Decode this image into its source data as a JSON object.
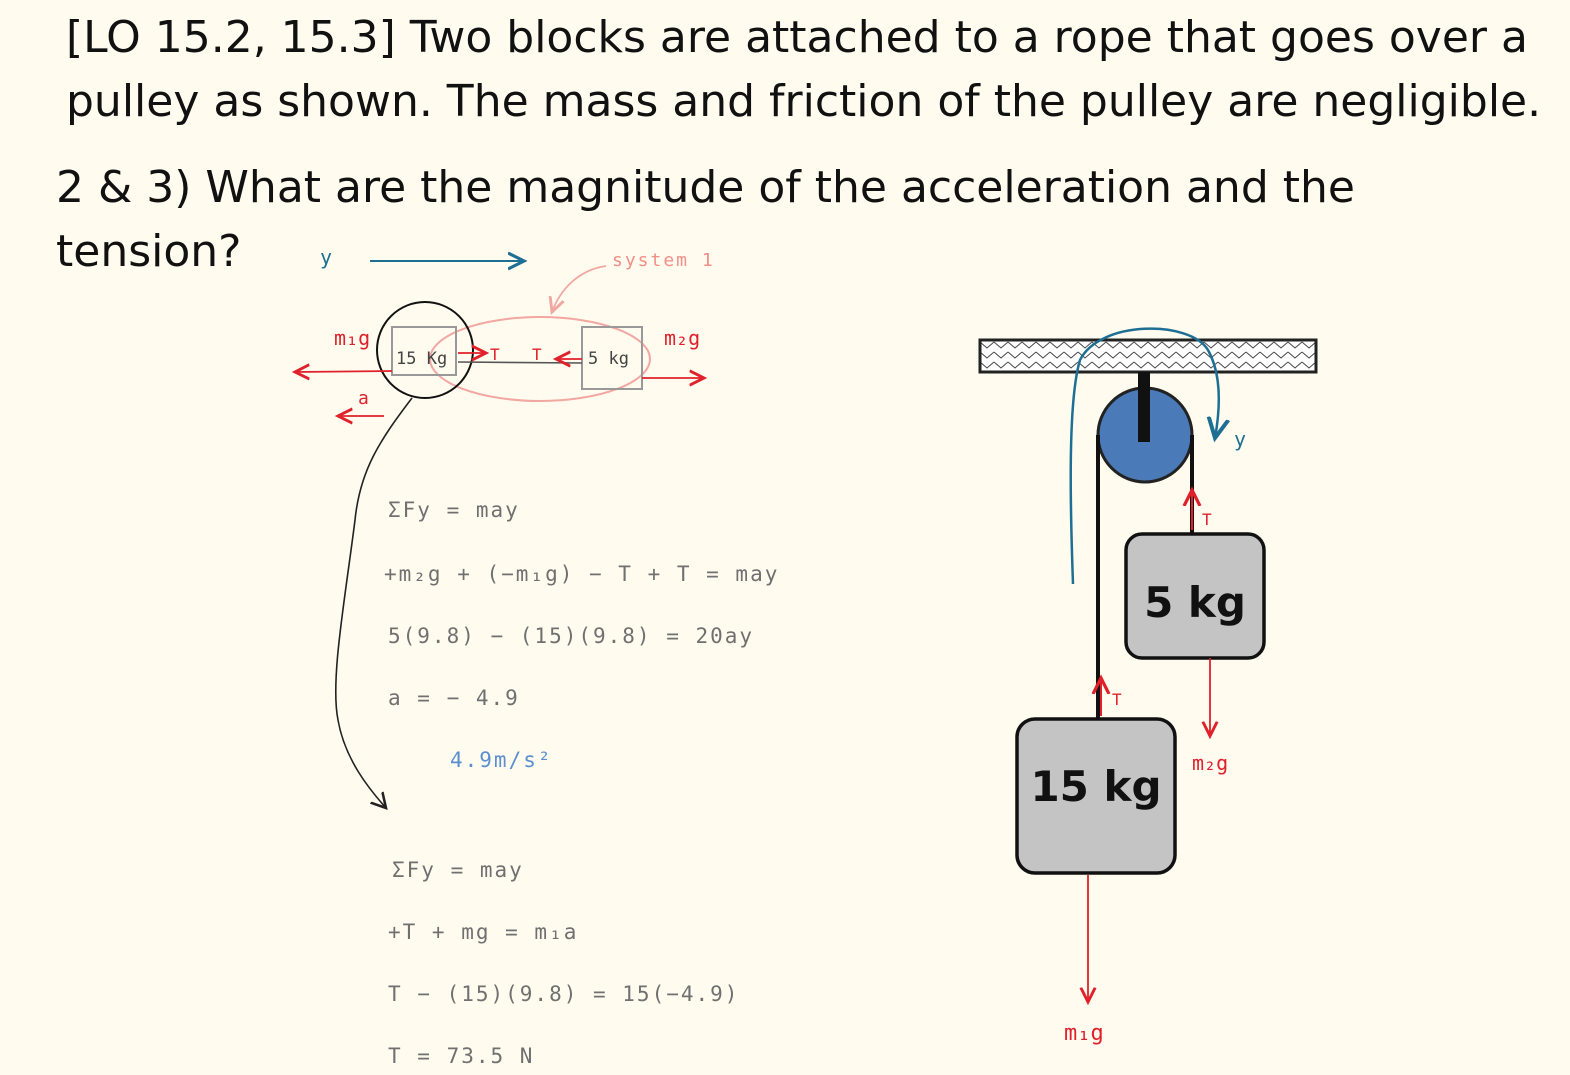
{
  "question": {
    "line1": "[LO 15.2, 15.3] Two blocks are attached to a rope that goes over a",
    "line2": "pulley as shown. The mass and friction of the pulley are negligible.",
    "line3": "2 & 3)  What are the magnitude of the acceleration and the",
    "line4": "tension?"
  },
  "fbd": {
    "axis_label": "y",
    "system_label": "system 1",
    "block1_label": "15 Kg",
    "block2_label": "5 kg",
    "left_force": "m₁g",
    "right_force": "m₂g",
    "accel_label": "a",
    "tension_left": "T",
    "tension_right": "T"
  },
  "work": {
    "eq1": "ΣFy = may",
    "eq2": "+m₂g + (−m₁g) − T + T = may",
    "eq3": "5(9.8) − (15)(9.8) = 20ay",
    "eq4": "a = − 4.9",
    "answer_a": "4.9m/s²",
    "eq5": "ΣFy = may",
    "eq6": "+T + mg = m₁a",
    "eq7": "T − (15)(9.8) = 15(−4.9)",
    "eq8": "T = 73.5 N"
  },
  "pulley_diagram": {
    "block_small": "5 kg",
    "block_large": "15 kg",
    "axis_label": "y",
    "tension_small": "T",
    "tension_large": "T",
    "weight_small": "m₂g",
    "weight_large": "m₁g"
  },
  "colors": {
    "force_red": "#e0202a",
    "system_pink": "#f2a7a2",
    "axis_teal": "#1e6f94",
    "pulley_blue": "#4a7ab8",
    "block_gray": "#c4c4c4",
    "answer_blue": "#5b8fd0"
  }
}
